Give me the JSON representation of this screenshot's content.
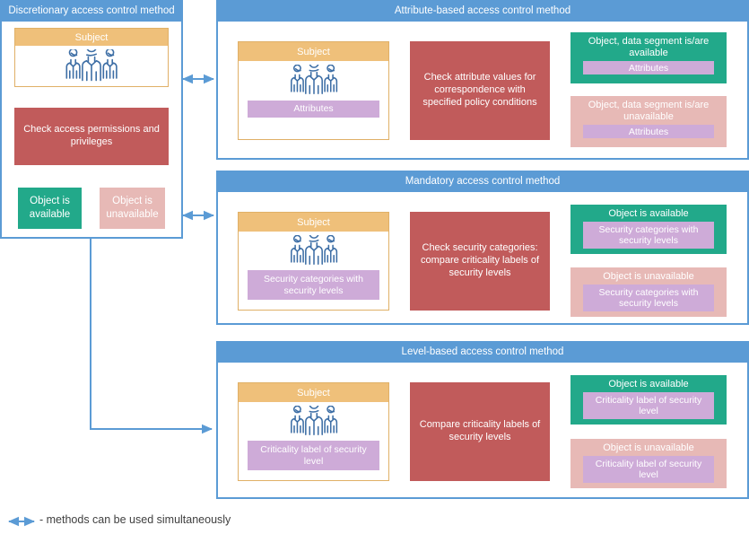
{
  "diagram": {
    "colors": {
      "panel_border": "#5b9bd5",
      "panel_title_bg": "#5b9bd5",
      "subject_head": "#efc07a",
      "subject_border": "#e0b067",
      "process": "#c15b5b",
      "available": "#22a98a",
      "unavailable": "#e7b9b6",
      "tag": "#ceabd8",
      "arrow_gray": "#5a5a5a",
      "arrow_blue": "#5b9bd5"
    },
    "subject_label": "Subject",
    "subject_icon": "people-group-icon"
  },
  "dac": {
    "title": "Discretionary access control method",
    "subject": {
      "label": "Subject"
    },
    "process": "Check access permissions and privileges",
    "outcomes": [
      {
        "label": "Object is available",
        "state": "available"
      },
      {
        "label": "Object is unavailable",
        "state": "unavailable"
      }
    ]
  },
  "abac": {
    "title": "Attribute-based access control method",
    "subject": {
      "label": "Subject",
      "tag": "Attributes"
    },
    "process": "Check attribute values for correspondence with specified policy conditions",
    "outcomes": [
      {
        "title": "Object, data segment is/are available",
        "tag": "Attributes",
        "state": "available"
      },
      {
        "title": "Object, data segment is/are unavailable",
        "tag": "Attributes",
        "state": "unavailable"
      }
    ]
  },
  "mac": {
    "title": "Mandatory access control method",
    "subject": {
      "label": "Subject",
      "tag": "Security categories with security levels"
    },
    "process": "Check security categories: compare criticality labels of security levels",
    "outcomes": [
      {
        "title": "Object is available",
        "tag": "Security categories with security levels",
        "state": "available"
      },
      {
        "title": "Object is unavailable",
        "tag": "Security categories with security levels",
        "state": "unavailable"
      }
    ]
  },
  "lbac": {
    "title": "Level-based access control method",
    "subject": {
      "label": "Subject",
      "tag": "Criticality label of security level"
    },
    "process": "Compare criticality labels of security levels",
    "outcomes": [
      {
        "title": "Object is available",
        "tag": "Criticality label of security level",
        "state": "available"
      },
      {
        "title": "Object is unavailable",
        "tag": "Criticality label of security level",
        "state": "unavailable"
      }
    ]
  },
  "legend": {
    "text": "- methods can be used simultaneously",
    "icon": "double-arrow-icon"
  }
}
